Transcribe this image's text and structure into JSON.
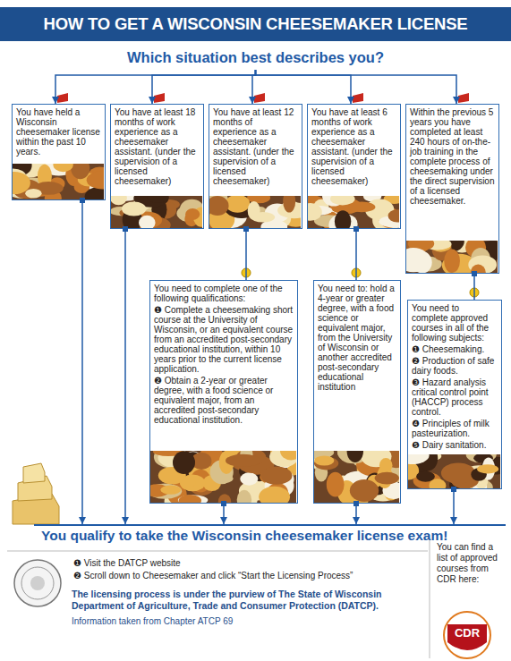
{
  "diagram": {
    "title": "HOW TO GET A WISCONSIN CHEESEMAKER LICENSE",
    "nodes": [
      {
        "text": [
          "Which situation best describes you?"
        ]
      },
      {
        "text": [
          "You have held a Wisconsin cheesemaker license within the past 10 years."
        ]
      },
      {
        "text": [
          "You have at least 18 months of work experience as a cheesemaker assistant. (under the supervision of a licensed cheesemaker)"
        ]
      },
      {
        "text": [
          "You have at least 12 months of experience as a cheesemaker assistant. (under the supervision of a licensed cheesemaker)"
        ]
      },
      {
        "text": [
          "You have at least 6 months of work experience as a cheesemaker assistant. (under the supervision of a licensed cheesemaker)"
        ]
      },
      {
        "text": [
          "Within the previous 5 years you have completed at least 240 hours of on-the-job training in the complete process of cheesemaking under the direct supervision of a licensed cheesemaker."
        ]
      },
      {
        "text": [
          "You need to complete one of the following qualifications:",
          "❶ Complete a cheesemaking short course at the University of Wisconsin, or an equivalent course from an accredited post-secondary educational institution, within 10 years prior to the current license application.",
          "❷ Obtain a 2-year or greater degree, with a food science or equivalent major, from an accredited post-secondary educational institution."
        ]
      },
      {
        "text": [
          "You need to: hold a 4-year or greater degree, with a food science or equivalent major, from the University of Wisconsin or another accredited post-secondary educational institution"
        ]
      },
      {
        "text": [
          "You need to complete approved courses in all of the following subjects:",
          "❶ Cheesemaking.",
          "❷ Production of safe dairy foods.",
          "❸ Hazard analysis critical control point (HACCP) process control.",
          "❹ Principles of milk pasteurization.",
          "❺ Dairy sanitation."
        ]
      },
      {
        "text": [
          "You qualify to take the Wisconsin cheesemaker license exam!"
        ]
      }
    ],
    "edges": [
      {
        "from": 0,
        "to": 1,
        "arrow": "to"
      },
      {
        "from": 0,
        "to": 2,
        "arrow": "to"
      },
      {
        "from": 0,
        "to": 3,
        "arrow": "to"
      },
      {
        "from": 0,
        "to": 4,
        "arrow": "to"
      },
      {
        "from": 0,
        "to": 5,
        "arrow": "to"
      },
      {
        "from": 1,
        "to": 9,
        "arrow": "to"
      },
      {
        "from": 2,
        "to": 9,
        "arrow": "to"
      },
      {
        "from": 3,
        "to": 6,
        "arrow": "none"
      },
      {
        "from": 4,
        "to": 7,
        "arrow": "none"
      },
      {
        "from": 5,
        "to": 8,
        "arrow": "none"
      },
      {
        "from": 6,
        "to": 9,
        "arrow": "to"
      },
      {
        "from": 7,
        "to": 9,
        "arrow": "to"
      },
      {
        "from": 8,
        "to": 9,
        "arrow": "to"
      }
    ],
    "labels": [
      "❶ Visit the DATCP website",
      "❷ Scroll down to Cheesemaker and click “Start the Licensing Process”",
      "The licensing process is under the purview of The State of Wisconsin Department of Agriculture, Trade and Consumer Protection (DATCP).",
      "Information taken from Chapter ATCP 69",
      "You can find a list of approved courses from CDR here:",
      "CDR"
    ]
  }
}
